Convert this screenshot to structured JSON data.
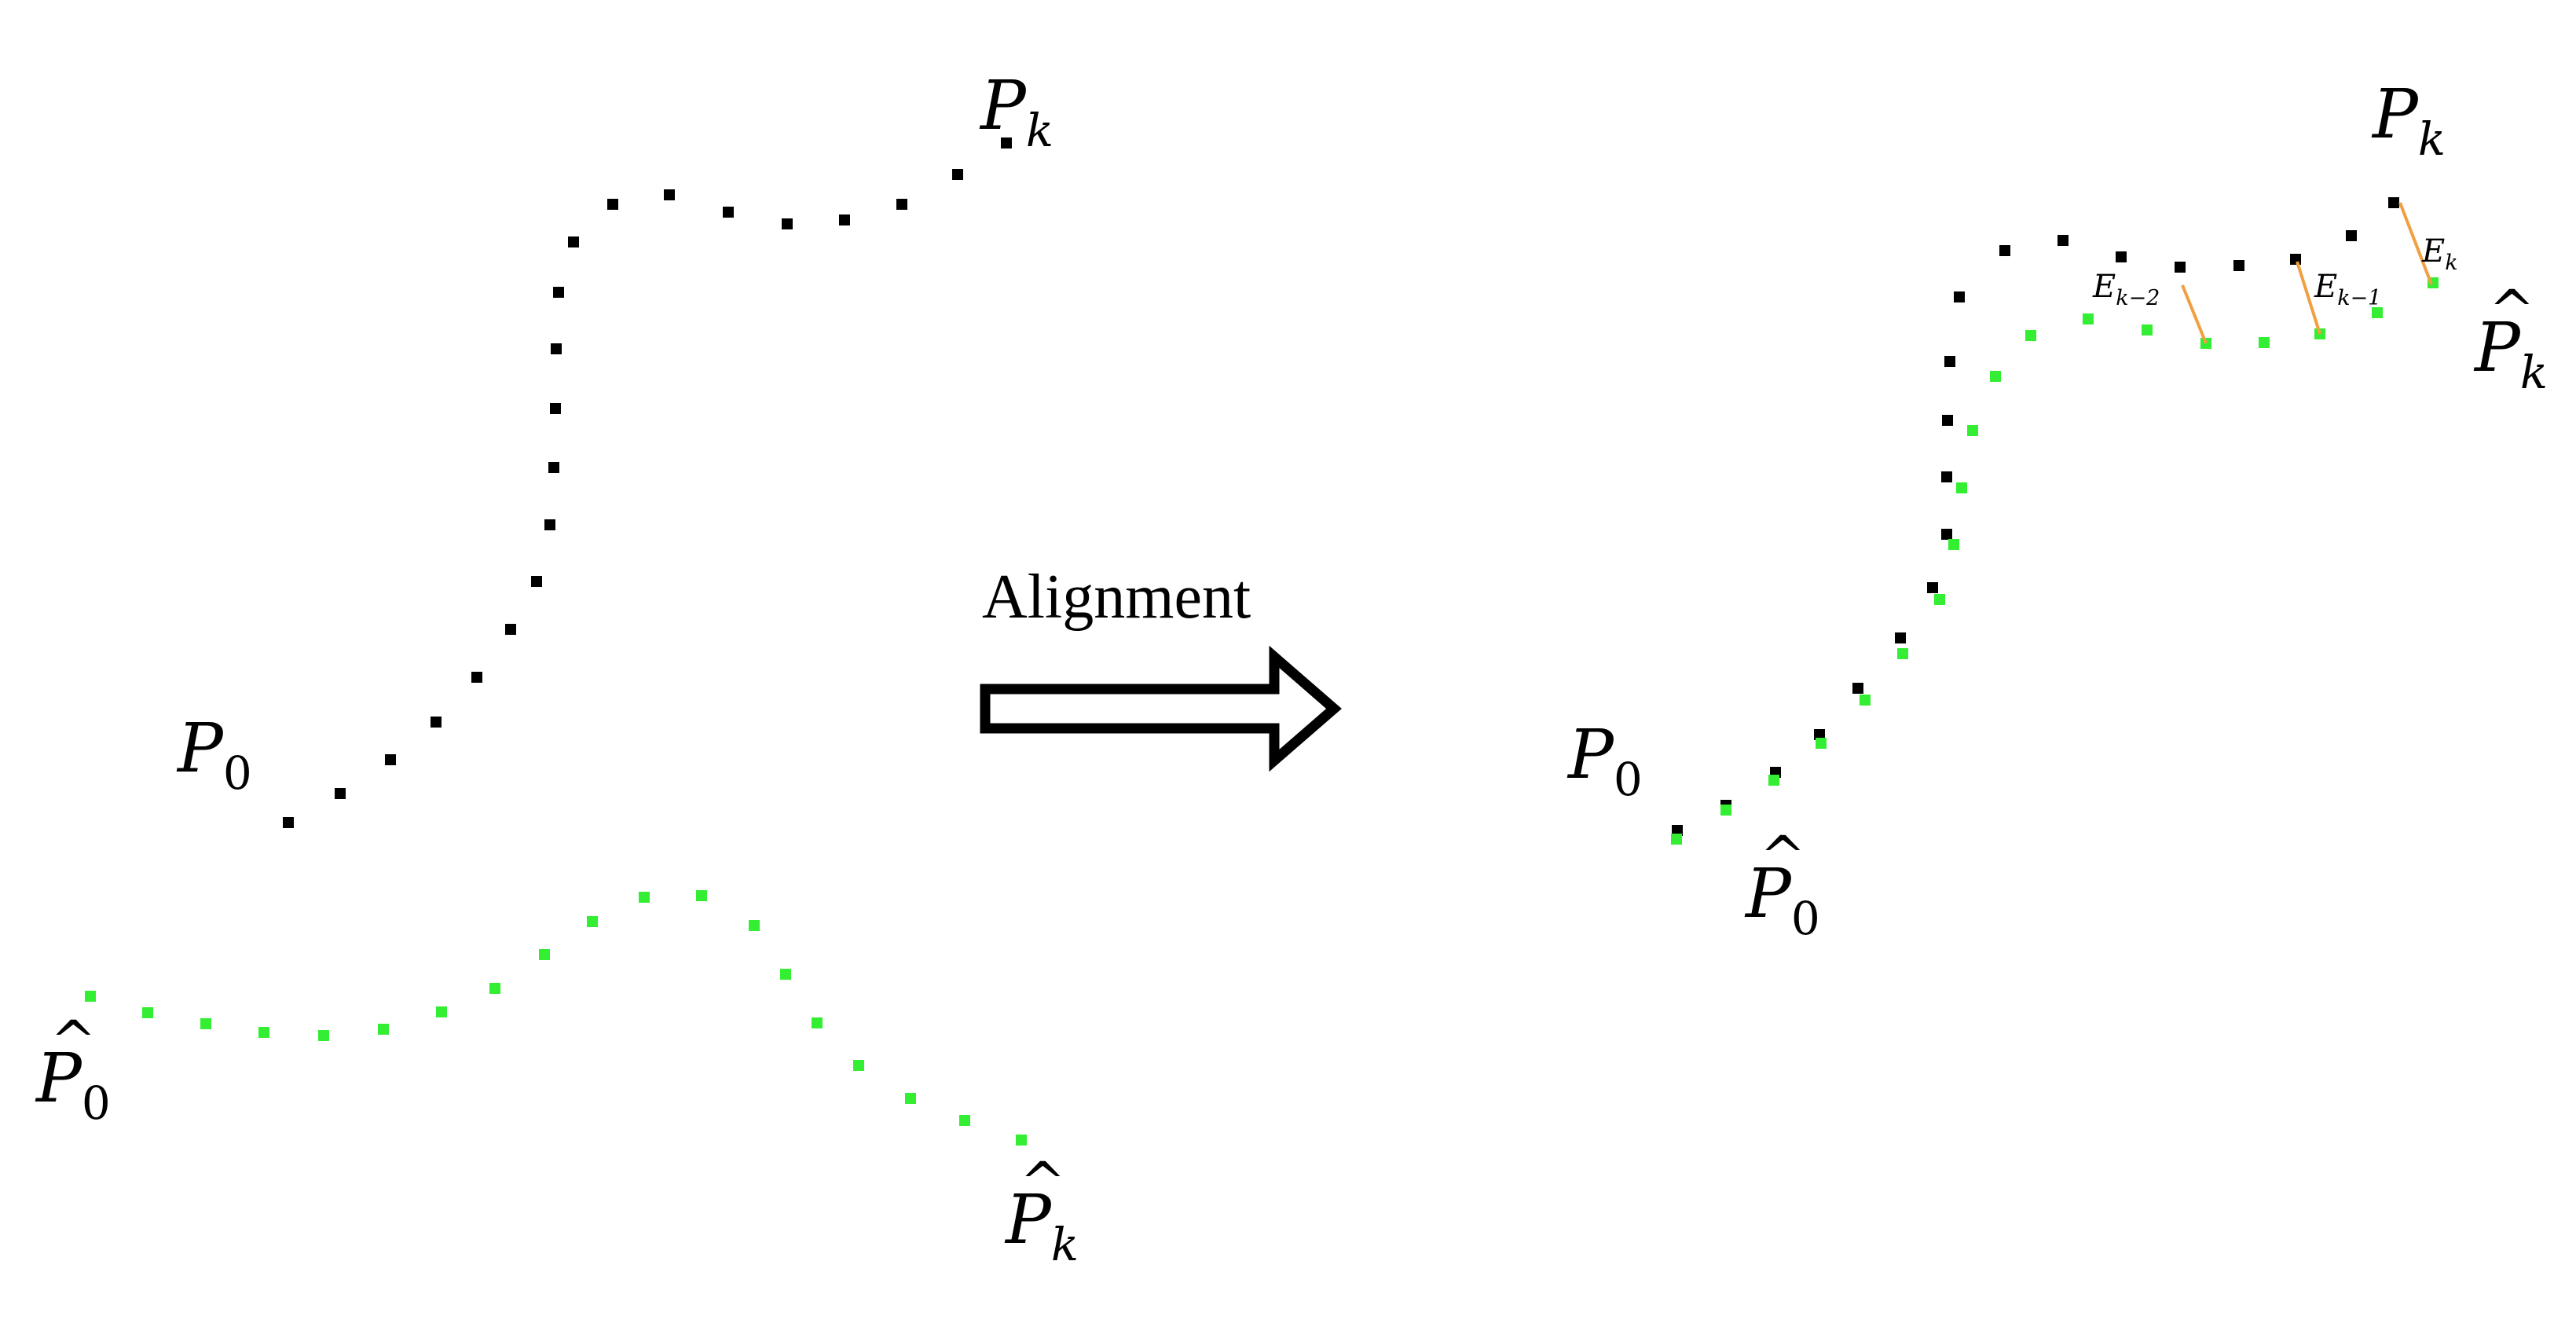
{
  "arrow_label": "Alignment",
  "colors": {
    "reference": "#000000",
    "estimate": "#33ee33",
    "error": "#f0a040"
  },
  "labels": {
    "p0": "P",
    "p0_sub": "0",
    "pk": "P",
    "pk_sub": "k",
    "hat": "^",
    "e": "E",
    "ek_sub": "k",
    "ek1_sub": "k−1",
    "ek2_sub": "k−2"
  }
}
